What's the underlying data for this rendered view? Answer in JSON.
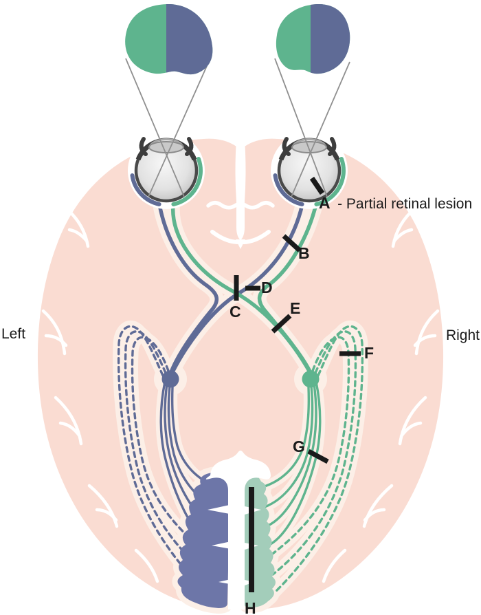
{
  "diagram": {
    "name": "visual-pathway-lesion-diagram",
    "side_labels": {
      "left": "Left",
      "right": "Right"
    },
    "lesions": [
      {
        "letter": "A",
        "description": "- Partial retinal lesion"
      },
      {
        "letter": "B"
      },
      {
        "letter": "C"
      },
      {
        "letter": "D"
      },
      {
        "letter": "E"
      },
      {
        "letter": "F"
      },
      {
        "letter": "G"
      },
      {
        "letter": "H"
      }
    ],
    "colors": {
      "left_visual_field_green": "#5eb48e",
      "right_visual_field_blue": "#5f6b96",
      "brain_pink": "#fadcd2",
      "pathway_halo_cream": "#fcefe7",
      "left_cortex_purple": "#6d76a8",
      "right_cortex_green": "#a3cdba",
      "lesion_mark_black": "#1a1a1a"
    }
  }
}
